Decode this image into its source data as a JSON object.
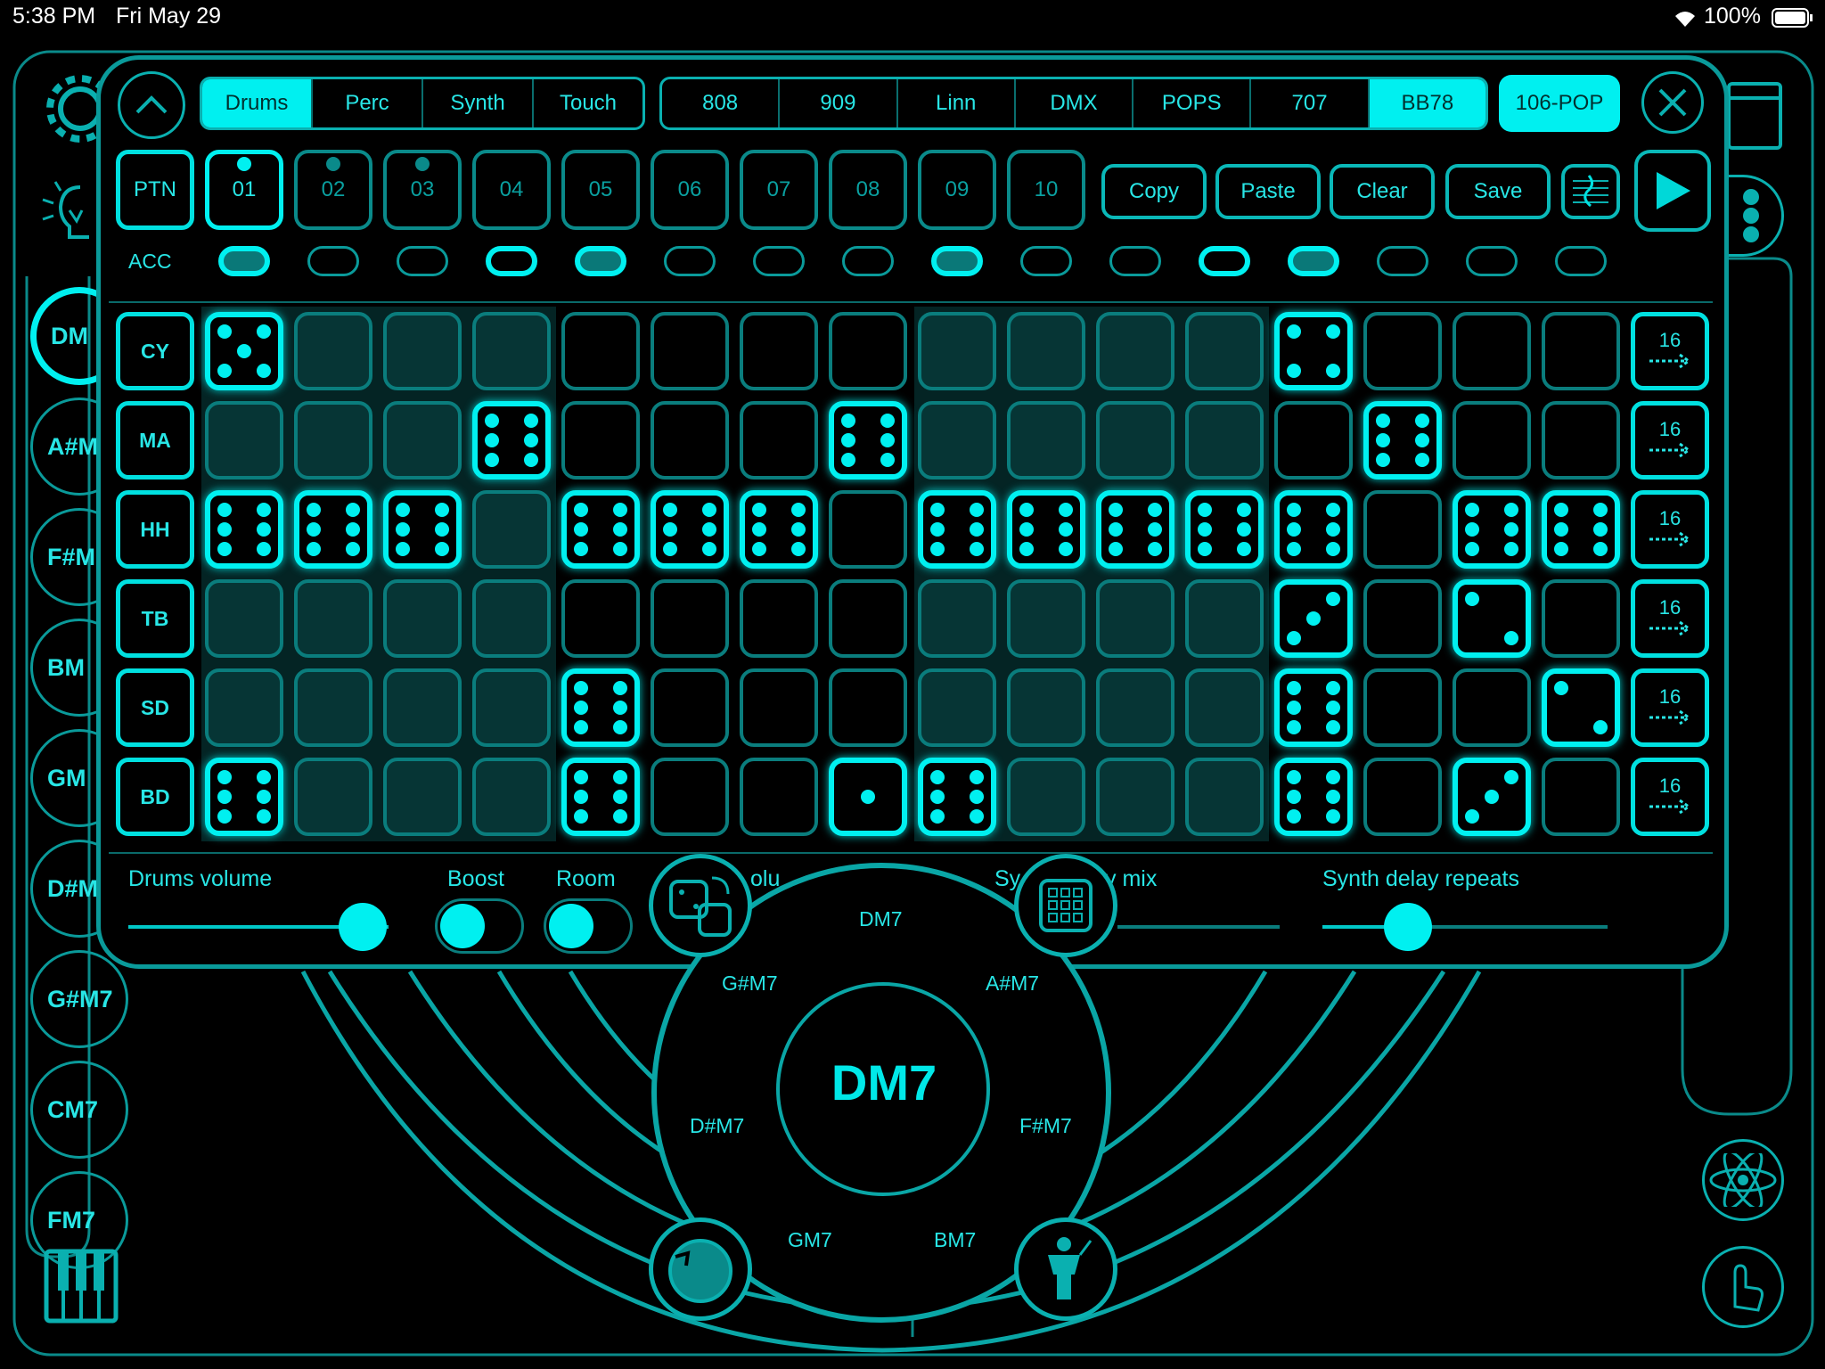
{
  "status": {
    "time": "5:38 PM",
    "date": "Fri May 29",
    "battery": "100%"
  },
  "tabs_categories": [
    {
      "label": "Drums",
      "active": true
    },
    {
      "label": "Perc",
      "active": false
    },
    {
      "label": "Synth",
      "active": false
    },
    {
      "label": "Touch",
      "active": false
    }
  ],
  "tabs_kits": [
    {
      "label": "808",
      "active": false
    },
    {
      "label": "909",
      "active": false
    },
    {
      "label": "Linn",
      "active": false
    },
    {
      "label": "DMX",
      "active": false
    },
    {
      "label": "POPS",
      "active": false
    },
    {
      "label": "707",
      "active": false
    },
    {
      "label": "BB78",
      "active": true
    }
  ],
  "preset_button": "106-POP",
  "pattern_label": "PTN",
  "patterns": [
    "01",
    "02",
    "03",
    "04",
    "05",
    "06",
    "07",
    "08",
    "09",
    "10"
  ],
  "pattern_selected": "01",
  "actions": {
    "copy": "Copy",
    "paste": "Paste",
    "clear": "Clear",
    "save": "Save"
  },
  "acc_label": "ACC",
  "acc_states": [
    "fill",
    "off",
    "off",
    "on",
    "fill",
    "off",
    "off",
    "off",
    "fill",
    "off",
    "off",
    "on",
    "fill",
    "off",
    "off",
    "off"
  ],
  "rows": [
    {
      "label": "CY",
      "length": "16",
      "cells": [
        5,
        0,
        0,
        0,
        0,
        0,
        0,
        0,
        0,
        0,
        0,
        0,
        4,
        0,
        0,
        0
      ]
    },
    {
      "label": "MA",
      "length": "16",
      "cells": [
        0,
        0,
        0,
        6,
        0,
        0,
        0,
        6,
        0,
        0,
        0,
        0,
        0,
        6,
        0,
        0
      ]
    },
    {
      "label": "HH",
      "length": "16",
      "cells": [
        6,
        6,
        6,
        0,
        6,
        6,
        6,
        0,
        6,
        6,
        6,
        6,
        6,
        0,
        6,
        6
      ]
    },
    {
      "label": "TB",
      "length": "16",
      "cells": [
        0,
        0,
        0,
        0,
        0,
        0,
        0,
        0,
        0,
        0,
        0,
        0,
        3,
        0,
        2,
        0
      ]
    },
    {
      "label": "SD",
      "length": "16",
      "cells": [
        0,
        0,
        0,
        0,
        6,
        0,
        0,
        0,
        0,
        0,
        0,
        0,
        6,
        0,
        0,
        2
      ]
    },
    {
      "label": "BD",
      "length": "16",
      "cells": [
        6,
        0,
        0,
        0,
        6,
        0,
        0,
        1,
        6,
        0,
        0,
        0,
        6,
        0,
        3,
        0
      ]
    }
  ],
  "controls": {
    "drums_volume": "Drums volume",
    "drums_volume_value": 0.9,
    "boost": "Boost",
    "room": "Room",
    "synth_mix_partial": "Sy",
    "synth_mix_tail": "y mix",
    "volume_partial": "olu",
    "synth_delay_repeats": "Synth delay repeats",
    "synth_delay_value": 0.3
  },
  "wheel": {
    "center": "DM7",
    "chords": [
      "DM7",
      "A#M7",
      "F#M7",
      "BM7",
      "GM7",
      "D#M7",
      "G#M7"
    ]
  },
  "sidebar_chords": [
    "DM",
    "A#M",
    "F#M",
    "BM",
    "GM",
    "D#M",
    "G#M7",
    "CM7",
    "FM7"
  ],
  "colors": {
    "accent": "#00f0f0",
    "dim": "#0a7d7d",
    "bg": "#000000"
  }
}
